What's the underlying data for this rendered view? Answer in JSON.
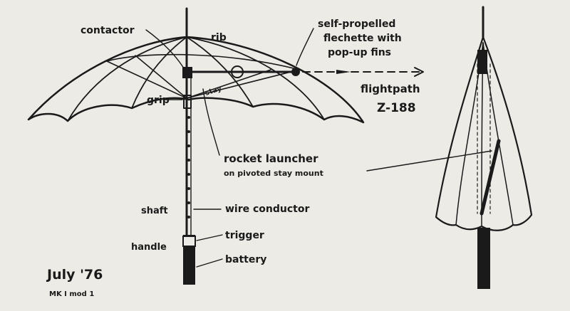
{
  "labels": {
    "contactor": "contactor",
    "rib": "rib",
    "grip": "grip",
    "stay": "stay",
    "fletchette_line1": "self-propelled",
    "fletchette_line2": "flechette with",
    "fletchette_line3": "pop-up fins",
    "flightpath": "flightpath",
    "flightpath_code": "Z-188",
    "rocket_launcher": "rocket launcher",
    "rocket_mount": "on pivoted stay mount",
    "shaft": "shaft",
    "wire_conductor": "wire conductor",
    "handle": "handle",
    "trigger": "trigger",
    "battery": "battery",
    "date": "July '76",
    "model": "MK I mod 1"
  },
  "colors": {
    "ink": "#1a1a1a",
    "paper": "#ecebe6"
  }
}
